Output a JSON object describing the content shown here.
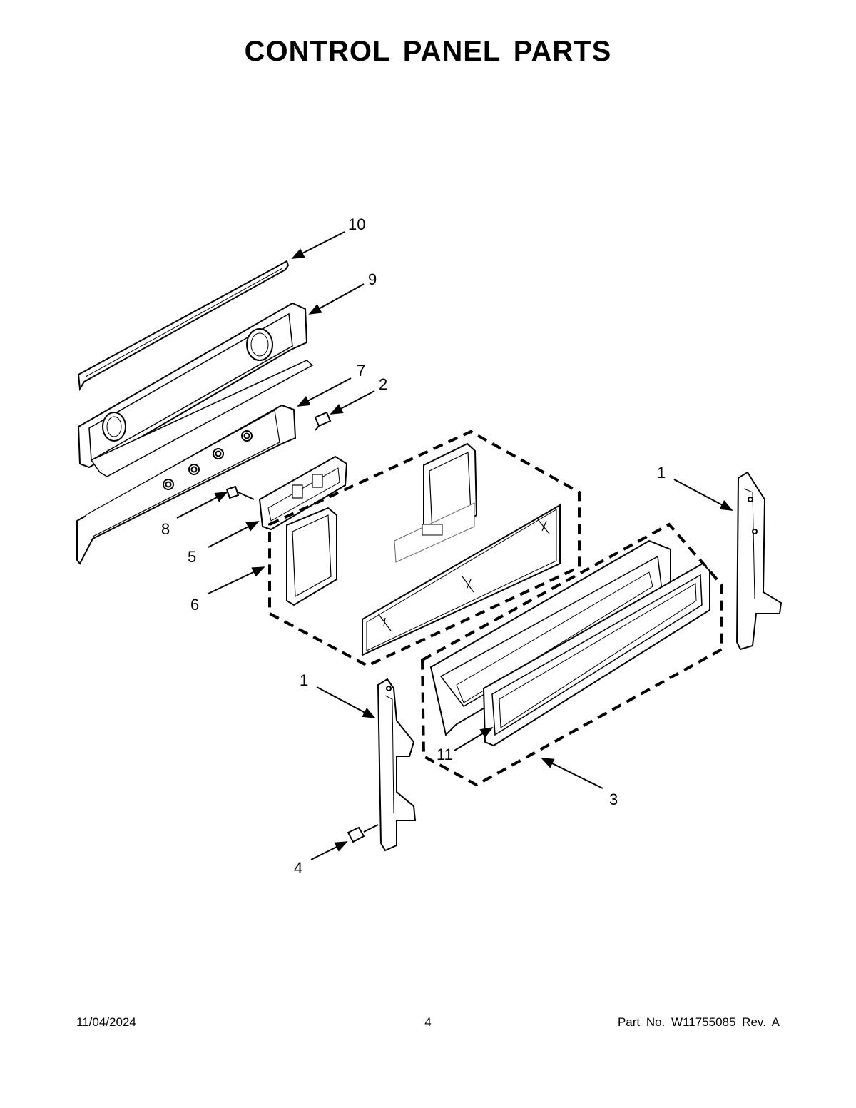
{
  "title": "CONTROL PANEL PARTS",
  "callouts": {
    "c10": "10",
    "c9": "9",
    "c7": "7",
    "c2": "2",
    "c8": "8",
    "c5": "5",
    "c6": "6",
    "c1_right": "1",
    "c1_left": "1",
    "c11": "11",
    "c3": "3",
    "c4": "4"
  },
  "footer": {
    "date": "11/04/2024",
    "page": "4",
    "part_rev": "Part No.  W11755085  Rev.  A"
  }
}
